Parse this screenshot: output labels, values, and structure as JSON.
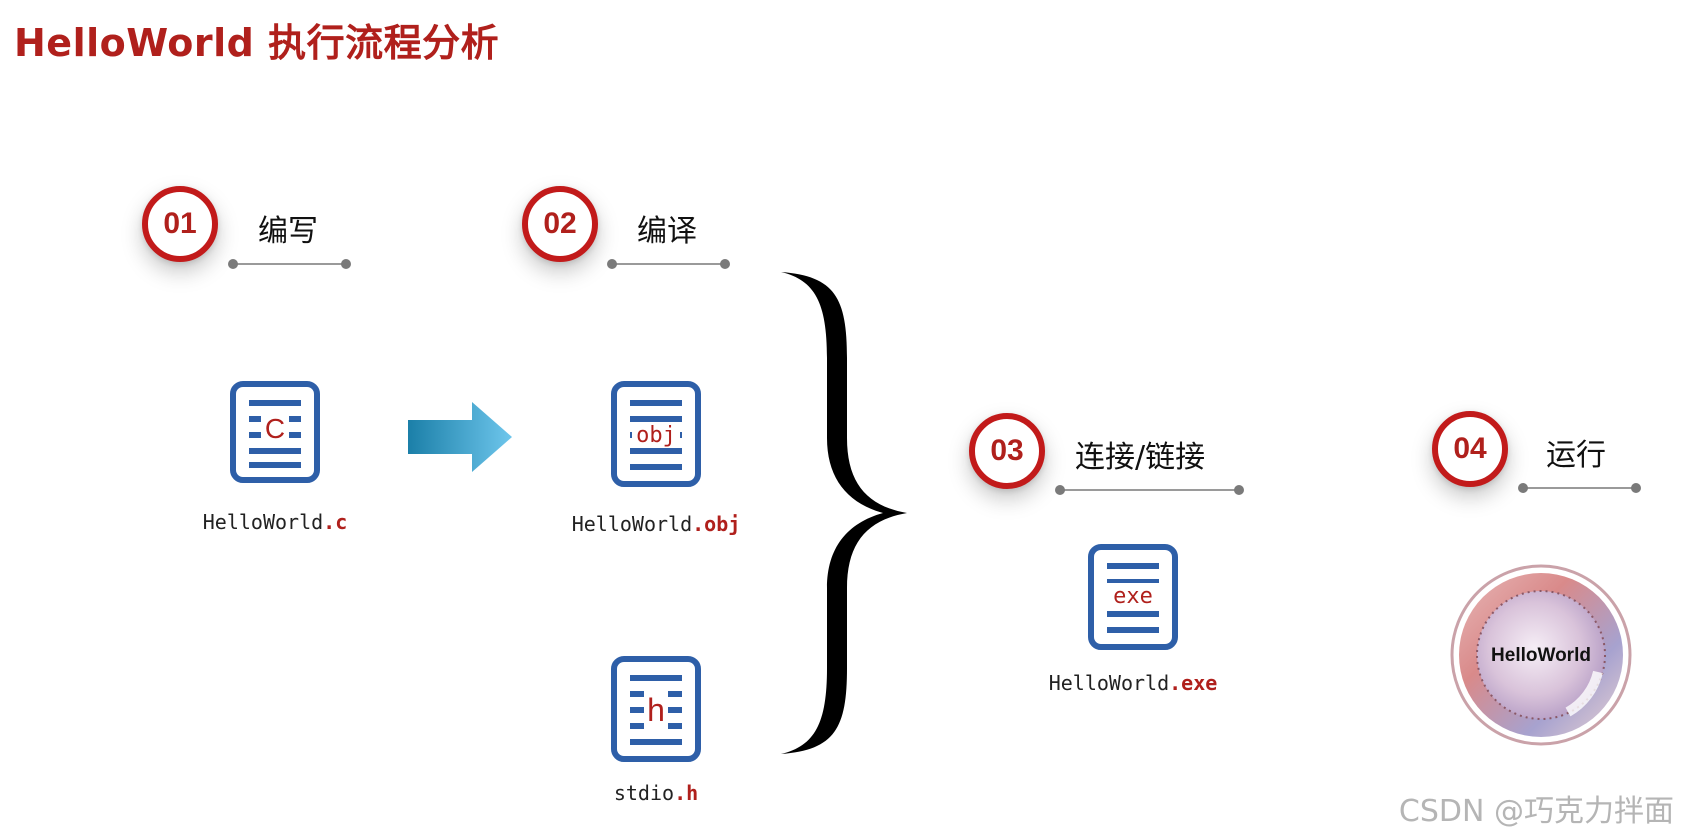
{
  "title": "HelloWorld 执行流程分析",
  "colors": {
    "accent": "#b0201c",
    "doc_blue": "#2e5fa8",
    "arrow_light": "#6ec6ec",
    "arrow_dark": "#1b7fa8"
  },
  "steps": [
    {
      "number": "01",
      "label": "编写"
    },
    {
      "number": "02",
      "label": "编译"
    },
    {
      "number": "03",
      "label": "连接/链接"
    },
    {
      "number": "04",
      "label": "运行"
    }
  ],
  "files": {
    "source": {
      "icon_letter": "C",
      "base": "HelloWorld",
      "ext": ".c"
    },
    "object": {
      "icon_letter": "obj",
      "base": "HelloWorld",
      "ext": ".obj"
    },
    "header": {
      "icon_letter": "h",
      "base": "stdio",
      "ext": ".h"
    },
    "exe": {
      "icon_letter": "exe",
      "base": "HelloWorld",
      "ext": ".exe"
    }
  },
  "run_logo": {
    "text": "HelloWorld"
  },
  "watermark": "CSDN @巧克力拌面"
}
